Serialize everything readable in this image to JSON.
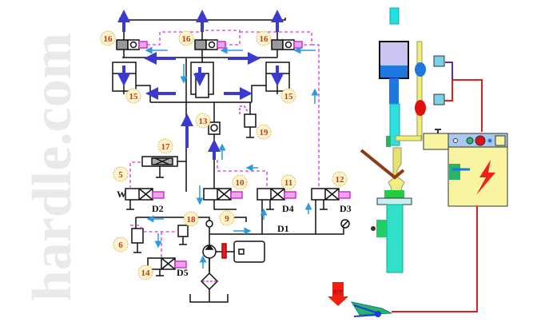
{
  "diagram": {
    "badges": {
      "v16a": "16",
      "v16b": "16",
      "v16c": "16",
      "c15a": "15",
      "c15b": "15",
      "v13": "13",
      "v19": "19",
      "v17": "17",
      "v5": "5",
      "v10": "10",
      "v11": "11",
      "v12": "12",
      "v9": "9",
      "v18": "18",
      "v6": "6",
      "v14": "14"
    },
    "labels": {
      "d1": "D1",
      "d2": "D2",
      "d3": "D3",
      "d4": "D4",
      "d5": "D5"
    },
    "spring_mark": "W",
    "pedal_arrow_text": "向下",
    "watermark": "hardle.com"
  },
  "colors": {
    "line": "#111111",
    "flow_big": "#3a3acf",
    "flow_small": "#2e9be0",
    "pilot": "#d63ad6",
    "badge_fill": "#fdf4c8",
    "badge_text": "#c0392b",
    "wire_red": "#e02020"
  }
}
